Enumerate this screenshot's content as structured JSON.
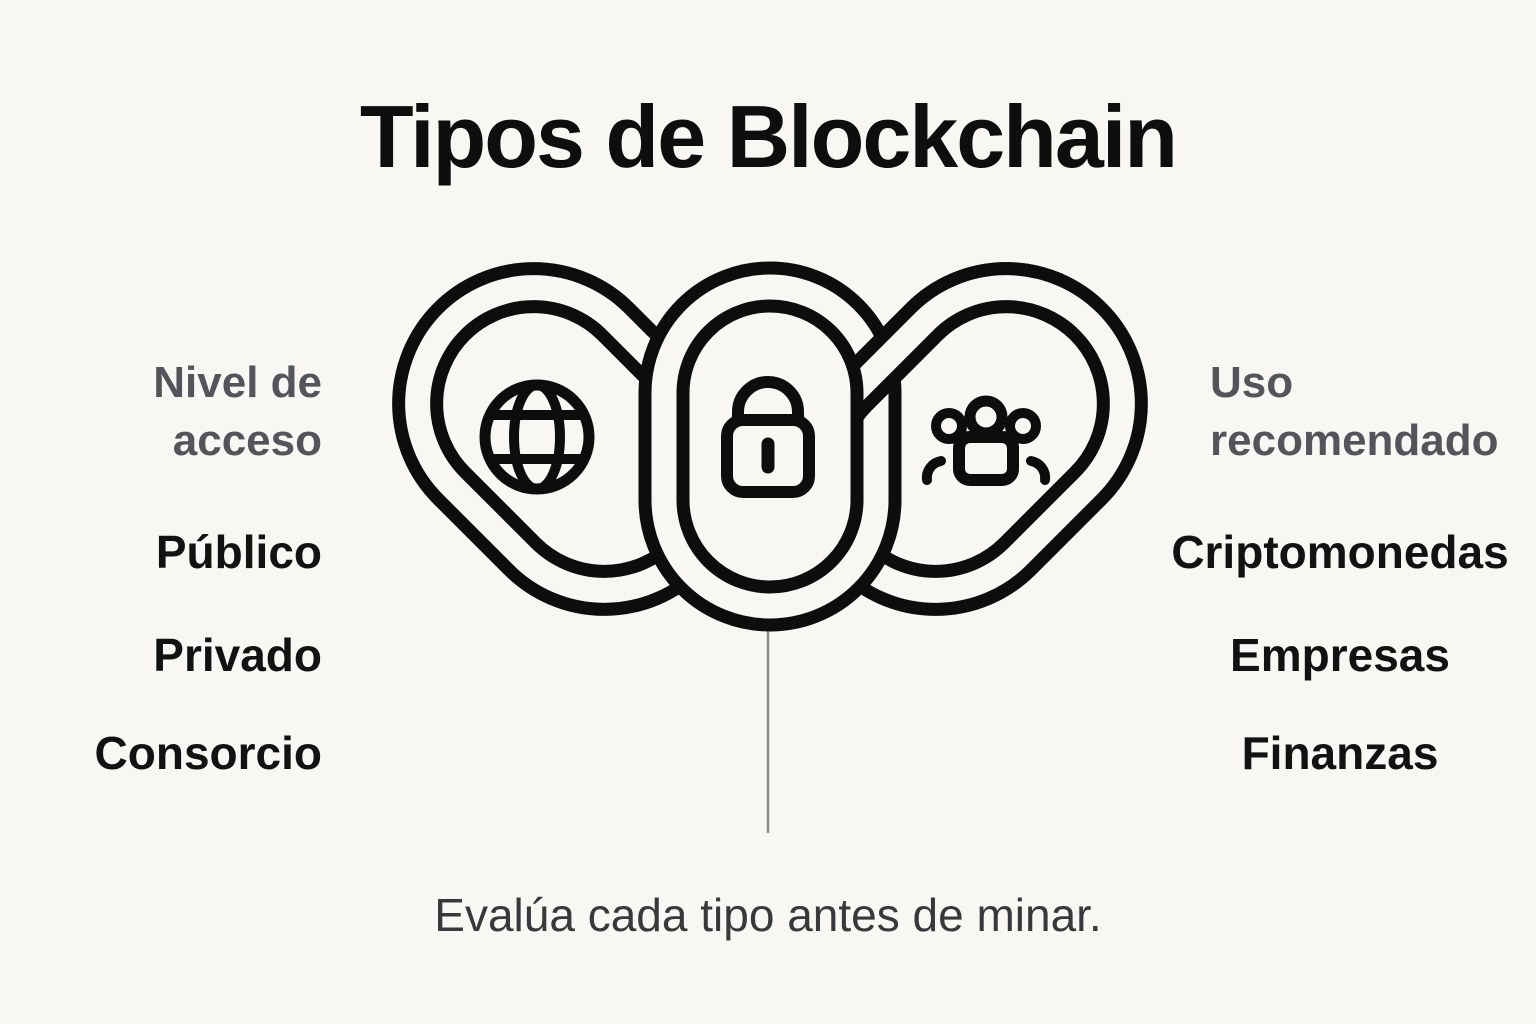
{
  "title": "Tipos de Blockchain",
  "left_column": {
    "header_line1": "Nivel de",
    "header_line2": "acceso",
    "items": [
      "Público",
      "Privado",
      "Consorcio"
    ]
  },
  "right_column": {
    "header_line1": "Uso",
    "header_line2": "recomendado",
    "items": [
      "Criptomonedas",
      "Empresas",
      "Finanzas"
    ]
  },
  "caption": "Evalúa cada tipo antes de minar.",
  "diagram": {
    "links": [
      {
        "icon": "globe-icon",
        "meaning": "Público"
      },
      {
        "icon": "lock-icon",
        "meaning": "Privado"
      },
      {
        "icon": "group-icon",
        "meaning": "Consorcio"
      }
    ],
    "connector": "vertical-line-to-caption"
  },
  "colors": {
    "background": "#F9F7F3",
    "stroke": "#0D0D0D",
    "muted_text": "#53555A",
    "body_text": "#121212",
    "caption_text": "#39393B",
    "connector_line": "#8F8F8F"
  }
}
